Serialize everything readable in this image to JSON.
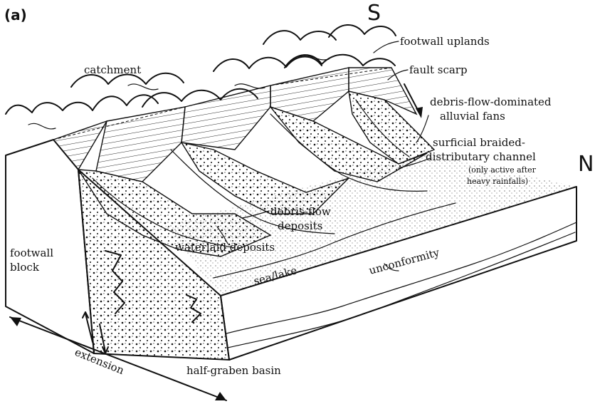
{
  "panel_label": "(a)",
  "compass": {
    "south": "S",
    "north": "N"
  },
  "labels": {
    "footwall_uplands": "footwall uplands",
    "catchment": "catchment",
    "fault_scarp": "fault scarp",
    "debris_fans_1": "debris-flow-dominated",
    "debris_fans_2": "alluvial fans",
    "braided_1": "surficial braided-",
    "braided_2": "distributary channel",
    "braided_note_1": "(only active after",
    "braided_note_2": "heavy rainfalls)",
    "debris_deposits_1": "debris-flow",
    "debris_deposits_2": "deposits",
    "waterlaid": "waterlaid deposits",
    "footwall_block_1": "footwall",
    "footwall_block_2": "block",
    "sea_lake": "sea/lake",
    "unconformity": "unconformity",
    "extension": "extension",
    "half_graben": "half-graben basin"
  }
}
